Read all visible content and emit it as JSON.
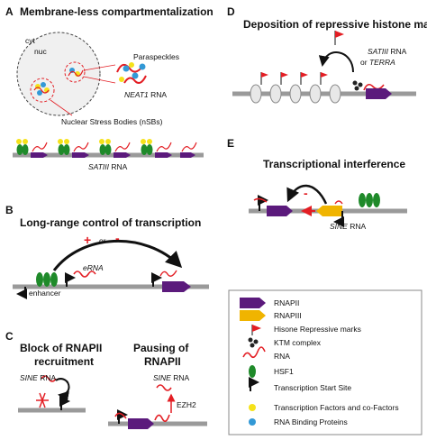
{
  "panels": {
    "A": {
      "letter": "A",
      "title": "Membrane-less compartmentalization",
      "cyt": "cyt",
      "nuc": "nuc",
      "paraspeckles": "Paraspeckles",
      "neat1": "NEAT1",
      "rna": "RNA",
      "nsb": "Nuclear Stress Bodies (nSBs)",
      "satiii": "SATIII",
      "satiii_rna": "RNA"
    },
    "B": {
      "letter": "B",
      "title": "Long-range control of transcription",
      "plus": "+",
      "or": "or",
      "minus": "-",
      "erna": "eRNA",
      "enhancer": "enhancer"
    },
    "C": {
      "letter": "C",
      "title1_line1": "Block of RNAPII",
      "title1_line2": "recruitment",
      "title2_line1": "Pausing of",
      "title2_line2": "RNAPII",
      "sine1": "SINE",
      "rna1": "RNA",
      "sine2": "SINE",
      "rna2": "RNA",
      "ezh2": "EZH2"
    },
    "D": {
      "letter": "D",
      "title": "Deposition of repressive histone marks",
      "satiii": "SATIII",
      "rna": "RNA",
      "or": "or",
      "terra": "TERRA"
    },
    "E": {
      "letter": "E",
      "title": "Transcriptional interference",
      "minus": "-",
      "sine": "SINE",
      "rna": "RNA"
    }
  },
  "legend": {
    "items": [
      {
        "label": "RNAPII",
        "icon": "purple-arrow"
      },
      {
        "label": "RNAPIII",
        "icon": "yellow-arrow"
      },
      {
        "label": "Hisone Repressive marks",
        "icon": "red-flag"
      },
      {
        "label": "KTM complex",
        "icon": "black-dots"
      },
      {
        "label": "RNA",
        "icon": "red-squiggle"
      },
      {
        "label": "HSF1",
        "icon": "green-oval"
      },
      {
        "label": "Transcription Start Site",
        "icon": "tss-arrow"
      },
      {
        "label": "Transcription Factors and co-Factors",
        "icon": "yellow-circle"
      },
      {
        "label": "RNA Binding Proteins",
        "icon": "blue-circle"
      }
    ]
  },
  "colors": {
    "rnapii": "#5b1a7c",
    "rnapiii": "#f0b400",
    "rna": "#e31e24",
    "hsf1": "#1f8a2a",
    "tf": "#f5e21a",
    "rbp": "#3399d6",
    "dna": "#9a9a9a",
    "flag": "#e31e24"
  }
}
